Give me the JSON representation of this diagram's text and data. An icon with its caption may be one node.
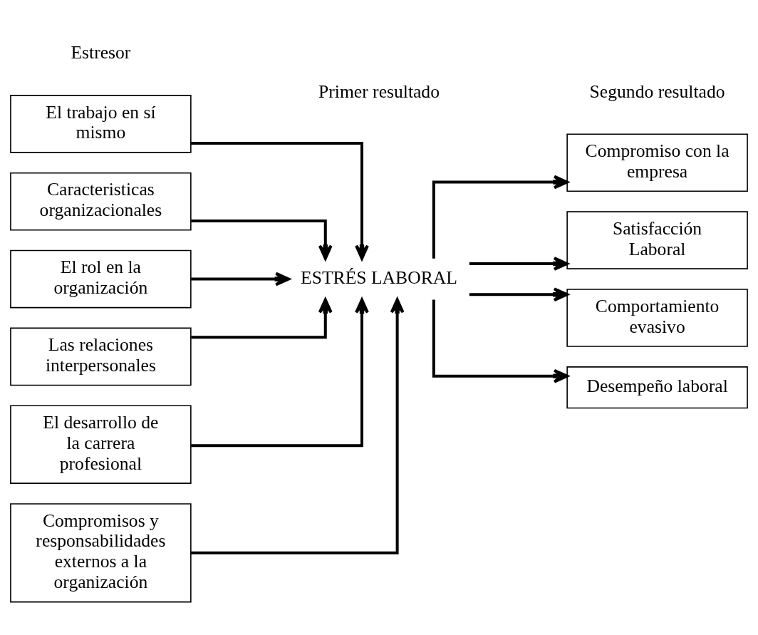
{
  "diagram": {
    "nodes": [
      {
        "text": [
          "El trabajo en sí mismo"
        ]
      },
      {
        "text": [
          "Caracteristicas organizacionales"
        ]
      },
      {
        "text": [
          "El rol en la organización"
        ]
      },
      {
        "text": [
          "Las relaciones interpersonales"
        ]
      },
      {
        "text": [
          "El desarrollo de la carrera profesional"
        ]
      },
      {
        "text": [
          "Compromisos y responsabilidades externos a la organización"
        ]
      },
      {
        "text": [
          "ESTRÉS LABORAL"
        ]
      },
      {
        "text": [
          "Compromiso con la empresa"
        ]
      },
      {
        "text": [
          "Satisfacción Laboral"
        ]
      },
      {
        "text": [
          "Comportamiento evasivo"
        ]
      },
      {
        "text": [
          "Desempeño laboral"
        ]
      }
    ],
    "edges": [
      {
        "from": 0,
        "to": 6,
        "arrow": "to"
      },
      {
        "from": 1,
        "to": 6,
        "arrow": "to"
      },
      {
        "from": 2,
        "to": 6,
        "arrow": "to"
      },
      {
        "from": 3,
        "to": 6,
        "arrow": "to"
      },
      {
        "from": 4,
        "to": 6,
        "arrow": "to"
      },
      {
        "from": 5,
        "to": 6,
        "arrow": "to"
      },
      {
        "from": 6,
        "to": 7,
        "arrow": "to"
      },
      {
        "from": 6,
        "to": 8,
        "arrow": "to"
      },
      {
        "from": 6,
        "to": 9,
        "arrow": "to"
      },
      {
        "from": 6,
        "to": 10,
        "arrow": "to"
      }
    ],
    "labels": [
      "Estresor",
      "Primer resultado",
      "Segundo resultado"
    ]
  }
}
